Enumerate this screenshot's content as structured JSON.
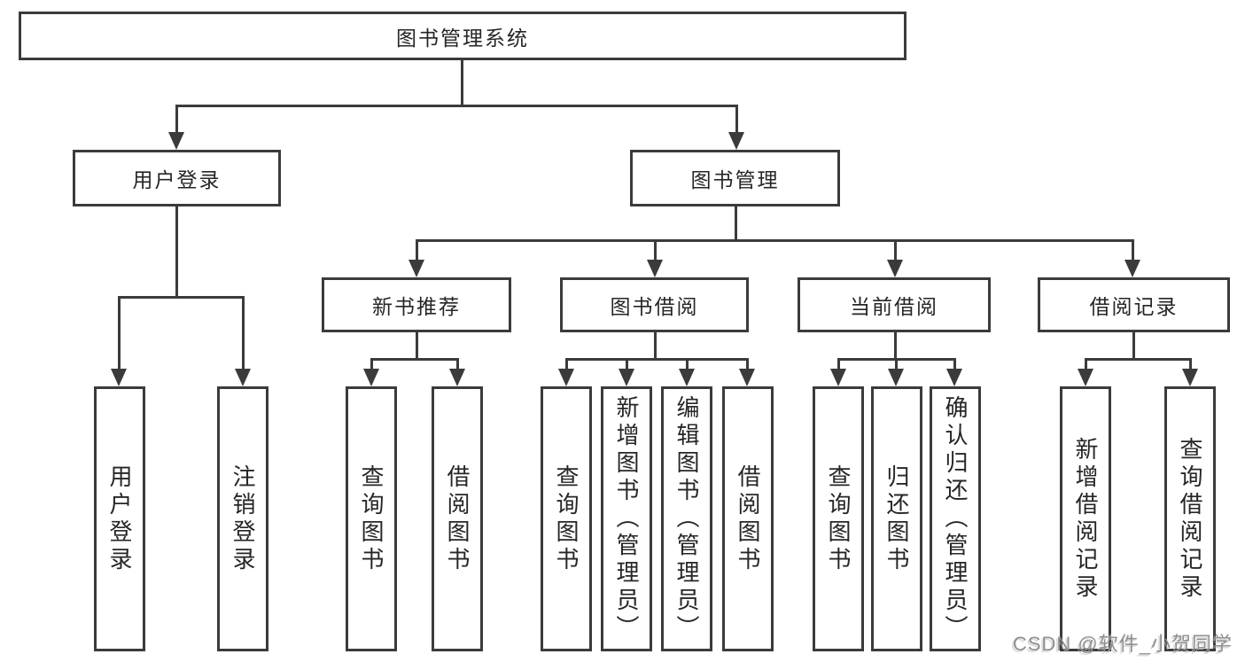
{
  "diagram": {
    "title": "图书管理系统",
    "tree": {
      "root": "图书管理系统",
      "branches": [
        {
          "label": "用户登录",
          "children": [
            "用户登录",
            "注销登录"
          ]
        },
        {
          "label": "图书管理",
          "sections": [
            {
              "label": "新书推荐",
              "children": [
                "查询图书",
                "借阅图书"
              ]
            },
            {
              "label": "图书借阅",
              "children": [
                "查询图书",
                "新增图书（管理员）",
                "编辑图书（管理员）",
                "借阅图书"
              ]
            },
            {
              "label": "当前借阅",
              "children": [
                "查询图书",
                "归还图书",
                "确认归还（管理员）"
              ]
            },
            {
              "label": "借阅记录",
              "children": [
                "新增借阅记录",
                "查询借阅记录"
              ]
            }
          ]
        }
      ]
    },
    "colors": {
      "line": "#3b3b3b",
      "text": "#262626",
      "background": "#ffffff",
      "watermark": "#8f8f8f"
    },
    "watermark": "CSDN @软件_小贺同学"
  }
}
